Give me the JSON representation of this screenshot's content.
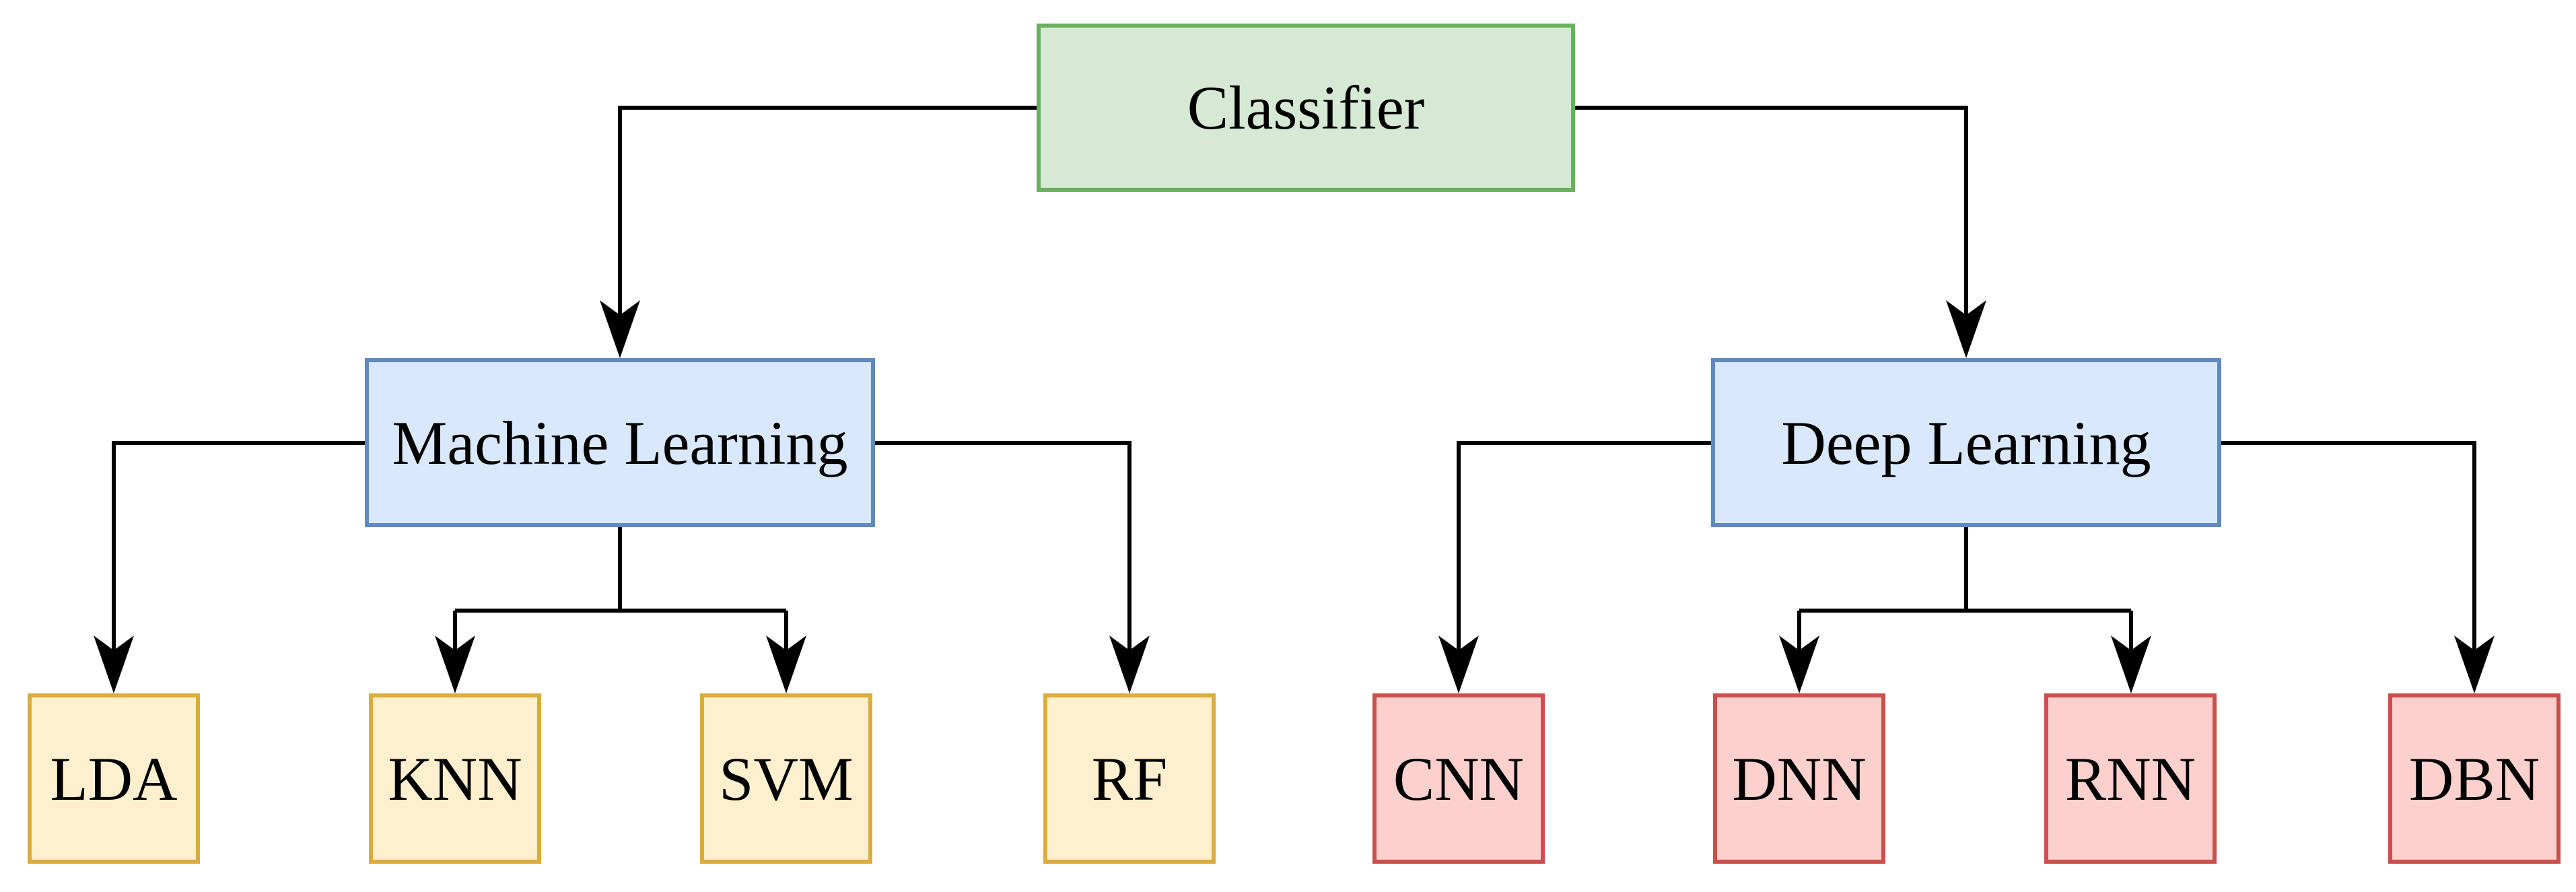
{
  "palette": {
    "background": "#ffffff",
    "text": "#000000",
    "connector": "#000000",
    "green_fill": "#d5e9d4",
    "green_border": "#6ab05e",
    "blue_fill": "#d9e8fc",
    "blue_border": "#6089bd",
    "yellow_fill": "#feefce",
    "yellow_border": "#ddab3c",
    "red_fill": "#fcd0cd",
    "red_border": "#cb4f4c"
  },
  "tree": {
    "type": "hierarchy-flowchart",
    "root": {
      "label": "Classifier",
      "color": "green"
    },
    "branches": [
      {
        "label": "Machine Learning",
        "color": "blue",
        "leaf_color": "yellow",
        "children": [
          {
            "label": "LDA"
          },
          {
            "label": "KNN"
          },
          {
            "label": "SVM"
          },
          {
            "label": "RF"
          }
        ]
      },
      {
        "label": "Deep Learning",
        "color": "blue",
        "leaf_color": "red",
        "children": [
          {
            "label": "CNN"
          },
          {
            "label": "DNN"
          },
          {
            "label": "RNN"
          },
          {
            "label": "DBN"
          }
        ]
      }
    ],
    "edges": [
      {
        "from": "Classifier",
        "to": "Machine Learning"
      },
      {
        "from": "Classifier",
        "to": "Deep Learning"
      },
      {
        "from": "Machine Learning",
        "to": "LDA"
      },
      {
        "from": "Machine Learning",
        "to": "KNN"
      },
      {
        "from": "Machine Learning",
        "to": "SVM"
      },
      {
        "from": "Machine Learning",
        "to": "RF"
      },
      {
        "from": "Deep Learning",
        "to": "CNN"
      },
      {
        "from": "Deep Learning",
        "to": "DNN"
      },
      {
        "from": "Deep Learning",
        "to": "RNN"
      },
      {
        "from": "Deep Learning",
        "to": "DBN"
      }
    ]
  }
}
